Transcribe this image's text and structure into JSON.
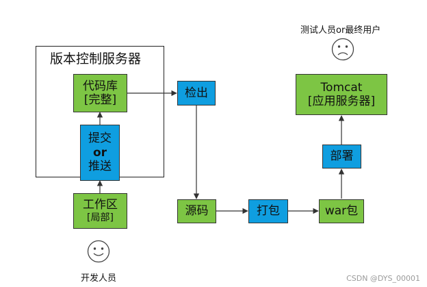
{
  "version_server": {
    "title": "版本控制服务器"
  },
  "nodes": {
    "repo": {
      "line1": "代码库",
      "line2": "[完整]"
    },
    "commit": {
      "line1": "提交",
      "line2": "or",
      "line3": "推送"
    },
    "workspace": {
      "line1": "工作区",
      "line2": "[局部]"
    },
    "checkout": {
      "label": "检出"
    },
    "source": {
      "label": "源码"
    },
    "package": {
      "label": "打包"
    },
    "war": {
      "label": "war包"
    },
    "deploy": {
      "label": "部署"
    },
    "tomcat": {
      "line1": "Tomcat",
      "line2": "[应用服务器]"
    }
  },
  "actors": {
    "developer": {
      "label": "开发人员",
      "icon": "smiley-face-icon"
    },
    "tester": {
      "label": "测试人员or最终用户",
      "icon": "sad-face-icon"
    }
  },
  "colors": {
    "green": "#7dc544",
    "blue": "#0f9ee0",
    "line": "#333333"
  },
  "watermark": "CSDN @DYS_00001"
}
